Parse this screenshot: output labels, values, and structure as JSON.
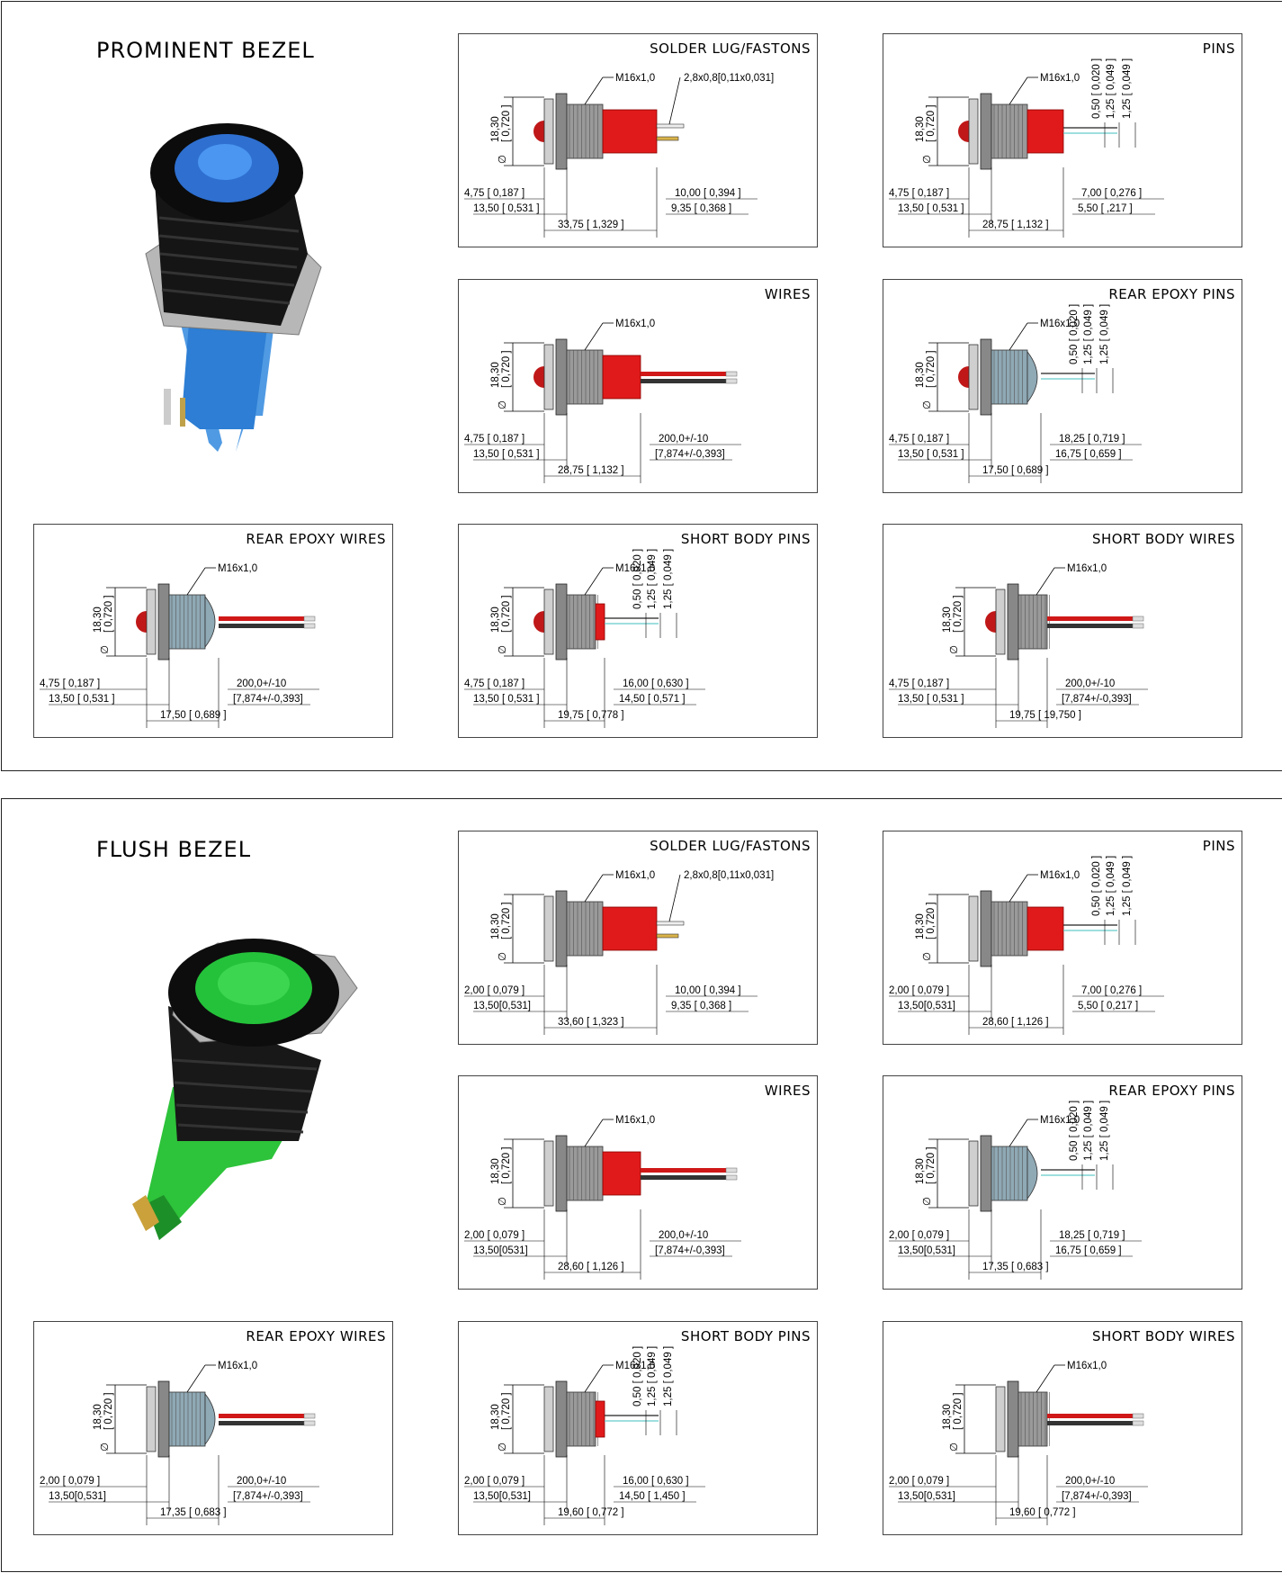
{
  "sections": [
    {
      "title": "PROMINENT BEZEL",
      "product_color": "#2f7fd0",
      "panels": [
        {
          "id": "p1",
          "title": "SOLDER LUG/FASTONS",
          "type": "lug",
          "thread": "M16x1,0",
          "lug": "2,8x0,8[0,11x0,031]",
          "dia": "18,30",
          "dia_in": "[ 0,720 ]",
          "d1": "4,75 [ 0,187 ]",
          "d2": "13,50 [ 0,531 ]",
          "d3": "33,75 [ 1,329 ]",
          "r1": "10,00 [ 0,394 ]",
          "r2": "9,35 [ 0,368 ]"
        },
        {
          "id": "p2",
          "title": "PINS",
          "type": "pins",
          "thread": "M16x1,0",
          "dia": "18,30",
          "dia_in": "[ 0,720 ]",
          "d1": "4,75 [ 0,187 ]",
          "d2": "13,50 [ 0,531 ]",
          "d3": "28,75 [ 1,132 ]",
          "r1": "7,00 [ 0,276 ]",
          "r2": "5,50 [ ,217 ]",
          "v1": "0,50 [ 0,020 ]",
          "v2": "1,25 [ 0,049 ]",
          "v3": "1,25 [ 0,049 ]"
        },
        {
          "id": "p3",
          "title": "WIRES",
          "type": "wires",
          "thread": "M16x1,0",
          "dia": "18,30",
          "dia_in": "[ 0,720 ]",
          "d1": "4,75 [ 0,187 ]",
          "d2": "13,50 [ 0,531 ]",
          "d3": "28,75 [ 1,132 ]",
          "r1": "200,0+/-10",
          "r2": "[7,874+/-0,393]"
        },
        {
          "id": "p4",
          "title": "REAR EPOXY PINS",
          "type": "epins",
          "thread": "M16x1,0",
          "dia": "18,30",
          "dia_in": "[ 0,720 ]",
          "d1": "4,75 [ 0,187 ]",
          "d2": "13,50 [ 0,531 ]",
          "d3": "17,50 [ 0,689 ]",
          "r1": "18,25 [ 0,719 ]",
          "r2": "16,75 [ 0,659 ]",
          "v1": "0,50 [ 0,020 ]",
          "v2": "1,25 [ 0,049 ]",
          "v3": "1,25 [ 0,049 ]"
        },
        {
          "id": "p5",
          "title": "REAR EPOXY WIRES",
          "type": "ewires",
          "thread": "M16x1,0",
          "dia": "18,30",
          "dia_in": "[ 0,720 ]",
          "d1": "4,75 [ 0,187 ]",
          "d2": "13,50 [ 0,531 ]",
          "d3": "17,50 [ 0,689 ]",
          "r1": "200,0+/-10",
          "r2": "[7,874+/-0,393]"
        },
        {
          "id": "p6",
          "title": "SHORT BODY PINS",
          "type": "spins",
          "thread": "M16x1,0",
          "dia": "18,30",
          "dia_in": "[ 0,720 ]",
          "d1": "4,75 [ 0,187 ]",
          "d2": "13,50 [ 0,531 ]",
          "d3": "19,75 [ 0,778 ]",
          "r1": "16,00 [ 0,630 ]",
          "r2": "14,50 [ 0,571 ]",
          "v1": "0,50 [ 0,020 ]",
          "v2": "1,25 [ 0,049 ]",
          "v3": "1,25 [ 0,049 ]"
        },
        {
          "id": "p7",
          "title": "SHORT BODY WIRES",
          "type": "swires",
          "thread": "M16x1,0",
          "dia": "18,30",
          "dia_in": "[ 0,720 ]",
          "d1": "4,75 [ 0,187 ]",
          "d2": "13,50 [ 0,531 ]",
          "d3": "19,75 [ 19,750 ]",
          "r1": "200,0+/-10",
          "r2": "[7,874+/-0,393]"
        }
      ]
    },
    {
      "title": "FLUSH BEZEL",
      "product_color": "#2fbf3a",
      "panels": [
        {
          "id": "f1",
          "title": "SOLDER LUG/FASTONS",
          "type": "lug",
          "thread": "M16x1,0",
          "lug": "2,8x0,8[0,11x0,031]",
          "dia": "18,30",
          "dia_in": "[ 0,720 ]",
          "d1": "2,00 [ 0,079 ]",
          "d2": "13,50[0,531]",
          "d3": "33,60 [ 1,323 ]",
          "r1": "10,00 [ 0,394 ]",
          "r2": "9,35 [ 0,368 ]"
        },
        {
          "id": "f2",
          "title": "PINS",
          "type": "pins",
          "thread": "M16x1,0",
          "dia": "18,30",
          "dia_in": "[ 0,720 ]",
          "d1": "2,00 [ 0,079 ]",
          "d2": "13,50[0,531]",
          "d3": "28,60 [ 1,126 ]",
          "r1": "7,00 [ 0,276 ]",
          "r2": "5,50 [ 0,217 ]",
          "v1": "0,50 [ 0,020 ]",
          "v2": "1,25 [ 0,049 ]",
          "v3": "1,25 [ 0,049 ]"
        },
        {
          "id": "f3",
          "title": "WIRES",
          "type": "wires",
          "thread": "M16x1,0",
          "dia": "18,30",
          "dia_in": "[ 0,720 ]",
          "d1": "2,00 [ 0,079 ]",
          "d2": "13,50[0531]",
          "d3": "28,60 [ 1,126 ]",
          "r1": "200,0+/-10",
          "r2": "[7,874+/-0,393]"
        },
        {
          "id": "f4",
          "title": "REAR EPOXY PINS",
          "type": "epins",
          "thread": "M16x1,0",
          "dia": "18,30",
          "dia_in": "[ 0,720 ]",
          "d1": "2,00 [ 0,079 ]",
          "d2": "13,50[0,531]",
          "d3": "17,35 [ 0,683 ]",
          "r1": "18,25 [ 0,719 ]",
          "r2": "16,75 [ 0,659 ]",
          "v1": "0,50 [ 0,020 ]",
          "v2": "1,25 [ 0,049 ]",
          "v3": "1,25 [ 0,049 ]"
        },
        {
          "id": "f5",
          "title": "REAR EPOXY WIRES",
          "type": "ewires",
          "thread": "M16x1,0",
          "dia": "18,30",
          "dia_in": "[ 0,720 ]",
          "d1": "2,00 [ 0,079 ]",
          "d2": "13,50[0,531]",
          "d3": "17,35 [ 0,683 ]",
          "r1": "200,0+/-10",
          "r2": "[7,874+/-0,393]"
        },
        {
          "id": "f6",
          "title": "SHORT BODY PINS",
          "type": "spins",
          "thread": "M16x1,0",
          "dia": "18,30",
          "dia_in": "[ 0,720 ]",
          "d1": "2,00 [ 0,079 ]",
          "d2": "13,50[0,531]",
          "d3": "19,60 [ 0,772 ]",
          "r1": "16,00 [ 0,630 ]",
          "r2": "14,50 [ 1,450 ]",
          "v1": "0,50 [ 0,020 ]",
          "v2": "1,25 [ 0,049 ]",
          "v3": "1,25 [ 0,049 ]"
        },
        {
          "id": "f7",
          "title": "SHORT BODY WIRES",
          "type": "swires",
          "thread": "M16x1,0",
          "dia": "18,30",
          "dia_in": "[ 0,720 ]",
          "d1": "2,00 [ 0,079 ]",
          "d2": "13,50[0,531]",
          "d3": "19,60 [ 0,772 ]",
          "r1": "200,0+/-10",
          "r2": "[7,874+/-0,393]"
        }
      ]
    }
  ]
}
